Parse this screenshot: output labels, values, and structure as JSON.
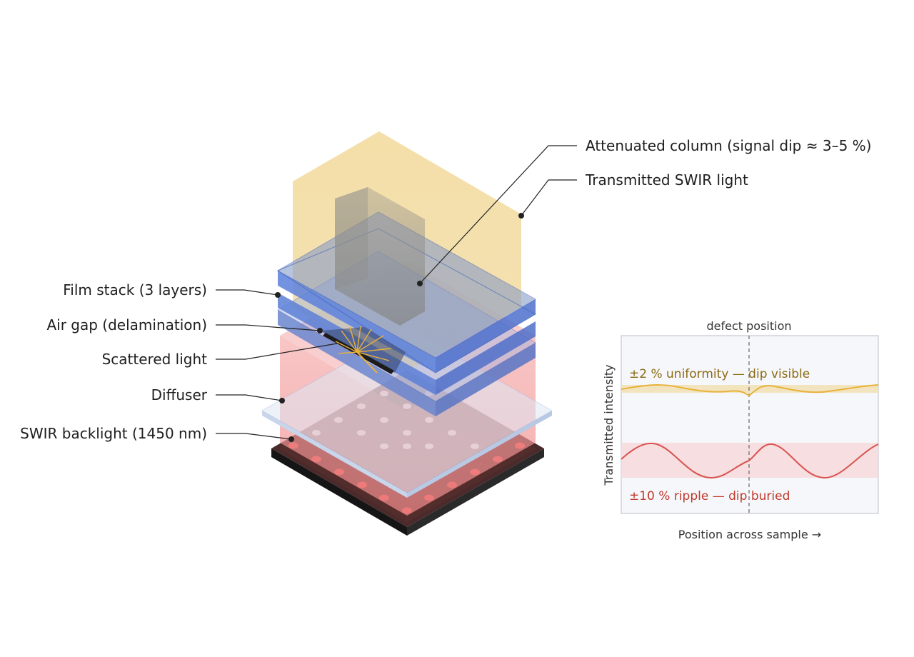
{
  "labels": {
    "attenuated": "Attenuated column (signal dip ≈ 3–5 %)",
    "transmitted": "Transmitted SWIR light",
    "film_stack": "Film stack (3 layers)",
    "air_gap": "Air gap (delamination)",
    "scattered": "Scattered light",
    "diffuser": "Diffuser",
    "backlight": "SWIR backlight (1450 nm)"
  },
  "colors": {
    "transmitted_light": "#f2d99a",
    "attenuated": "#8a8a86",
    "film": "#6f8fd6",
    "film_edge": "#3e5fb8",
    "red_light": "#f4a5a5",
    "diffuser": "#dfe8f5",
    "backlight": "#1f1f1f",
    "led": "#e24a4a",
    "uniform_curve": "#e8b23a",
    "ripple_curve": "#d9534f"
  },
  "inset": {
    "title": "defect position",
    "ylabel": "Transmitted intensity",
    "xlabel": "Position across sample →",
    "uniform_note": "±2 % uniformity — dip visible",
    "ripple_note": "±10 % ripple — dip buried"
  },
  "chart_data": {
    "type": "line",
    "title": "defect position",
    "xlabel": "Position across sample →",
    "ylabel": "Transmitted intensity",
    "series": [
      {
        "name": "±2 % uniformity — dip visible",
        "band": "±2 %"
      },
      {
        "name": "±10 % ripple — dip buried",
        "band": "±10 %"
      }
    ]
  }
}
